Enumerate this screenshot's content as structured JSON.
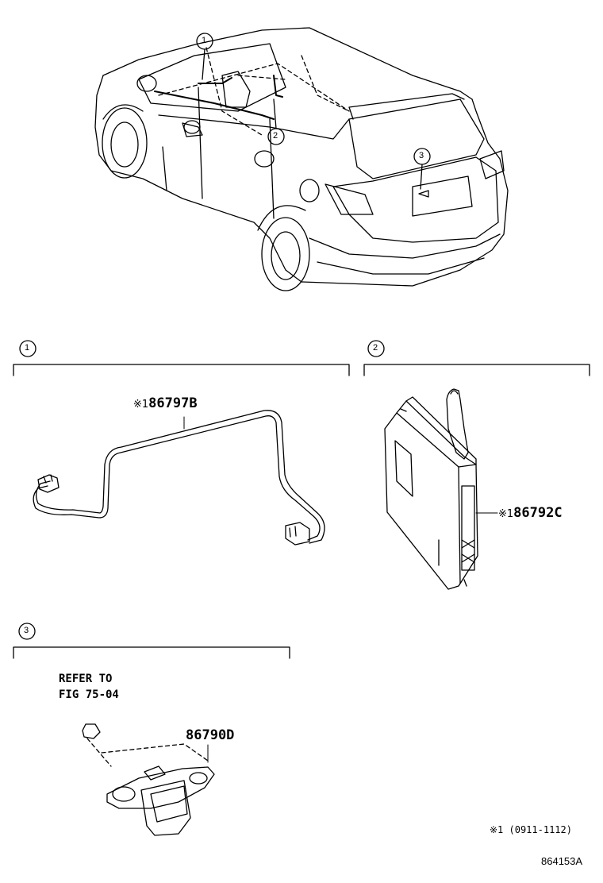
{
  "callouts": [
    "1",
    "2",
    "3"
  ],
  "sections": [
    {
      "number": "1",
      "parts": [
        {
          "mark": "※1",
          "code": "86797B"
        }
      ]
    },
    {
      "number": "2",
      "parts": [
        {
          "mark": "※1",
          "code": "86792C"
        }
      ]
    },
    {
      "number": "3",
      "parts": [
        {
          "mark": "",
          "code": "86790D"
        }
      ],
      "reference": [
        "REFER TO",
        "FIG 75-04"
      ]
    }
  ],
  "footnote": "※1 (0911-1112)",
  "diagram_id": "864153A",
  "colors": {
    "line": "#000000",
    "background": "#ffffff"
  }
}
